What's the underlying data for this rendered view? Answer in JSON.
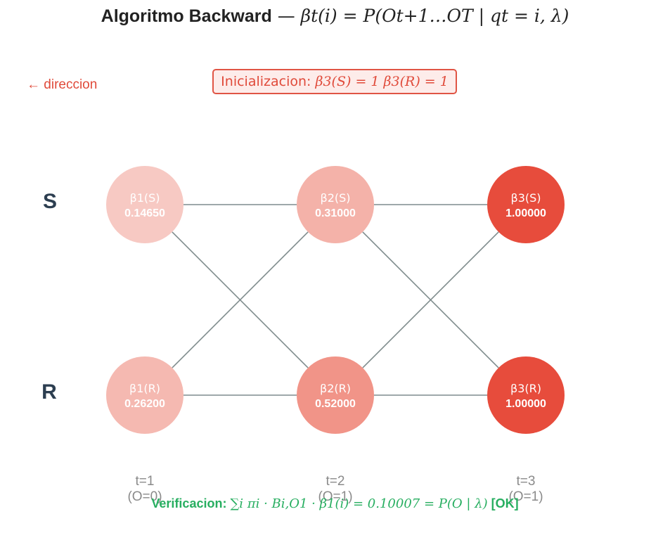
{
  "title": {
    "bold": "Algoritmo Backward",
    "dash": " — ",
    "formula": "βt(i) = P(Ot+1…OT | qt = i, λ)"
  },
  "direction_label": "← direccion",
  "initialization": {
    "prefix": "Inicializacion: ",
    "formula": "β3(S) = 1   β3(R) = 1"
  },
  "states": [
    "S",
    "R"
  ],
  "colors": {
    "edge": "#7f8c8d",
    "init_border": "#e05545",
    "init_fill": "#fdecea",
    "text_accent": "#e04a3a",
    "verify": "#27ae60"
  },
  "nodes": [
    {
      "label": "β1(S)",
      "value": "0.14650",
      "fill": "#f7c9c3",
      "state": "S",
      "t": 1
    },
    {
      "label": "β2(S)",
      "value": "0.31000",
      "fill": "#f4b2a9",
      "state": "S",
      "t": 2
    },
    {
      "label": "β3(S)",
      "value": "1.00000",
      "fill": "#e74c3c",
      "state": "S",
      "t": 3
    },
    {
      "label": "β1(R)",
      "value": "0.26200",
      "fill": "#f5b9b1",
      "state": "R",
      "t": 1
    },
    {
      "label": "β2(R)",
      "value": "0.52000",
      "fill": "#f19488",
      "state": "R",
      "t": 2
    },
    {
      "label": "β3(R)",
      "value": "1.00000",
      "fill": "#e74c3c",
      "state": "R",
      "t": 3
    }
  ],
  "time_steps": [
    {
      "t": "t=1",
      "obs": "(O=0)"
    },
    {
      "t": "t=2",
      "obs": "(O=1)"
    },
    {
      "t": "t=3",
      "obs": "(O=1)"
    }
  ],
  "verification": {
    "prefix": "Verificacion: ",
    "formula": "∑i πi · Bi,O1 · β1(i) = 0.10007 = P(O | λ)",
    "suffix": "  [OK]"
  }
}
